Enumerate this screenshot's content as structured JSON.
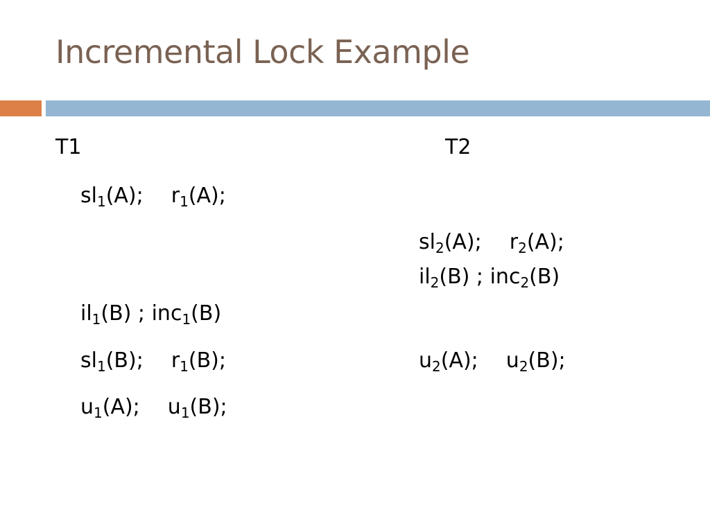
{
  "slide": {
    "title": "Incremental Lock Example"
  },
  "columns": {
    "t1_header": "T1",
    "t2_header": "T2"
  },
  "t1": [
    [
      {
        "name": "sl",
        "sub": "1",
        "arg": "(A);"
      },
      {
        "name": "r",
        "sub": "1",
        "arg": "(A);"
      }
    ],
    [
      {
        "name": "il",
        "sub": "1",
        "arg": "(B) ;"
      },
      {
        "name": "inc",
        "sub": "1",
        "arg": "(B)"
      }
    ],
    [
      {
        "name": "sl",
        "sub": "1",
        "arg": "(B);"
      },
      {
        "name": "r",
        "sub": "1",
        "arg": "(B);"
      }
    ],
    [
      {
        "name": "u",
        "sub": "1",
        "arg": "(A);"
      },
      {
        "name": "u",
        "sub": "1",
        "arg": "(B);"
      }
    ]
  ],
  "t2": [
    [
      {
        "name": "sl",
        "sub": "2",
        "arg": "(A);"
      },
      {
        "name": "r",
        "sub": "2",
        "arg": "(A);"
      }
    ],
    [
      {
        "name": "il",
        "sub": "2",
        "arg": "(B) ;"
      },
      {
        "name": "inc",
        "sub": "2",
        "arg": "(B)"
      }
    ],
    [
      {
        "name": "u",
        "sub": "2",
        "arg": "(A);"
      },
      {
        "name": "u",
        "sub": "2",
        "arg": "(B);"
      }
    ]
  ],
  "colors": {
    "title": "#7a6253",
    "accent": "#dd8047",
    "rule": "#94b6d2"
  }
}
